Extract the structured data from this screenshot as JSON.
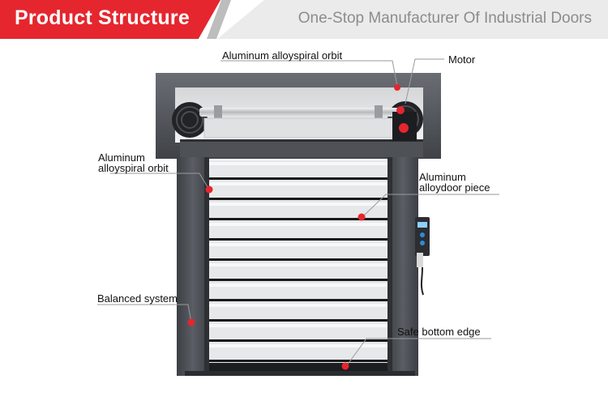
{
  "header": {
    "title": "Product Structure",
    "subtitle": "One-Stop Manufacturer Of Industrial Doors"
  },
  "callouts": [
    {
      "id": "top_orbit",
      "text": "Aluminum alloyspiral orbit"
    },
    {
      "id": "motor",
      "text": "Motor"
    },
    {
      "id": "left_orbit",
      "text": "Aluminum\nalloyspiral orbit"
    },
    {
      "id": "door_piece",
      "text": "Aluminum\nalloydoor piece"
    },
    {
      "id": "balance",
      "text": "Balanced system"
    },
    {
      "id": "bottom_edge",
      "text": "Safe bottom edge"
    }
  ],
  "colors": {
    "accent": "#e5262e",
    "frame": "#4a4d52",
    "panel": "#e8eaec",
    "slat_line": "#1a1a1a"
  },
  "door": {
    "slat_count": 10
  }
}
